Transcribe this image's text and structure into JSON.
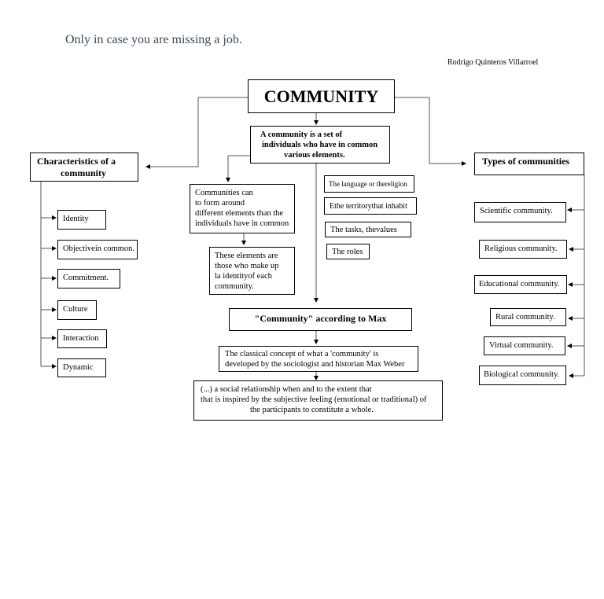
{
  "tagline": "Only in case you are missing a job.",
  "author": "Rodrigo Quinteros Villarroel",
  "title": "COMMUNITY",
  "definition": [
    "A community is a set of",
    "individuals who have in common",
    "various elements."
  ],
  "characteristics": {
    "header": [
      "Characteristics of a",
      "community"
    ],
    "items": [
      "Identity",
      "Objectivein common.",
      "Commitment.",
      "Culture",
      "Interaction",
      "Dynamic"
    ]
  },
  "types": {
    "header": "Types of communities",
    "items": [
      "Scientific community.",
      "Religious community.",
      "Educational community.",
      "Rural community.",
      "Virtual community.",
      "Biological community."
    ]
  },
  "center": {
    "form_text": [
      "Communities can",
      "to form around",
      "different elements than the",
      "individuals have in common"
    ],
    "elements_text": [
      "These elements are",
      "those who make up",
      "la identityof each",
      "community."
    ],
    "element_list": [
      "The language or thereligion",
      "Ethe territorythat inhabit",
      "The tasks, thevalues",
      "The roles"
    ]
  },
  "max": {
    "header": "\"Community\" according to Max",
    "concept": [
      "The classical concept of what a 'community' is",
      "developed by the sociologist and historian Max Weber"
    ],
    "quote": [
      "(...) a social relationship when and to the extent that",
      "that is inspired by the subjective feeling (emotional or traditional) of",
      "the participants to constitute a whole."
    ]
  }
}
